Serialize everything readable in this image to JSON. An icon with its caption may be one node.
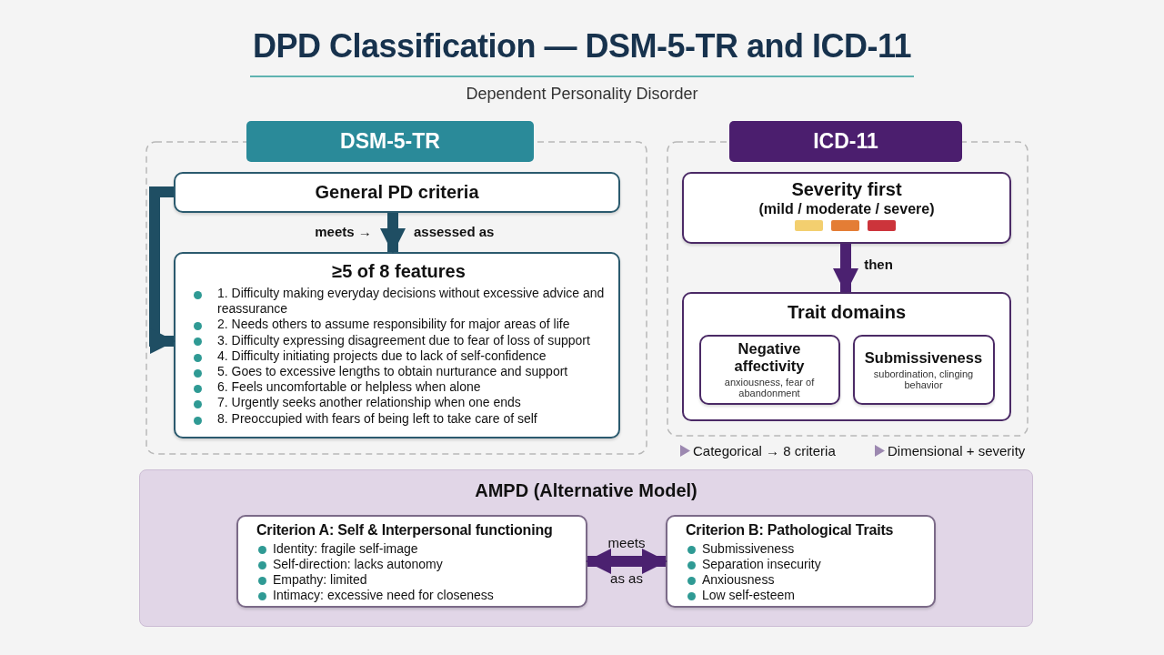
{
  "diagram": {
    "title": "DPD Classification — DSM-5-TR and ICD-11",
    "nodes": [
      {
        "text": [
          "DSM-5-TR"
        ]
      },
      {
        "text": [
          "General PD criteria"
        ],
        "in": 0
      },
      {
        "text": [
          "≥5 of 8 features",
          "1. Difficulty making everyday decisions without excessive advice and reassurance",
          "2. Needs others to assume responsibility for major areas of life",
          "3. Difficulty expressing disagreement due to fear of loss of support",
          "4. Difficulty initiating projects due to lack of self-confidence",
          "5. Goes to excessive lengths to obtain nurturance and support",
          "6. Feels uncomfortable or helpless when alone",
          "7. Urgently seeks another relationship when one ends",
          "8. Preoccupied with fears of being left to take care of self"
        ],
        "in": 0
      },
      {
        "text": [
          "ICD-11"
        ]
      },
      {
        "text": [
          "Severity first",
          "(mild / moderate / severe)"
        ],
        "in": 3
      },
      {
        "text": [
          "Trait domains"
        ],
        "in": 3
      },
      {
        "text": [
          "Negative affectivity",
          "anxiousness, fear of abandonment"
        ],
        "in": 5
      },
      {
        "text": [
          "Submissiveness",
          "subordination, clinging behavior"
        ],
        "in": 5
      },
      {
        "text": [
          "AMPD (Alternative Model)"
        ]
      },
      {
        "text": [
          "Criterion A: Self & Interpersonal functioning",
          "Identity: fragile self-image",
          "Self-direction: lacks autonomy",
          "Empathy: limited",
          "Intimacy: excessive need for closeness"
        ],
        "in": 8
      },
      {
        "text": [
          "Criterion B: Pathological Traits",
          "Submissiveness",
          "Separation insecurity",
          "Anxiousness",
          "Low self-esteem"
        ],
        "in": 8
      }
    ],
    "edges": [
      {
        "from": 1,
        "to": 2,
        "arrow": "to",
        "label": "meets →",
        "color": "#1f4e63"
      },
      {
        "from": 1,
        "to": 2,
        "arrow": "to",
        "color": "#1f4e63"
      },
      {
        "from": 4,
        "to": 5,
        "arrow": "to",
        "label": "then",
        "color": "#4b2170"
      },
      {
        "from": 9,
        "to": 10,
        "arrow": "both",
        "label": "meets",
        "color": "#4b2170"
      }
    ],
    "labels": [
      "Dependent Personality Disorder",
      "assessed as",
      "Categorical → 8 criteria",
      "Dimensional + severity",
      "as as"
    ]
  }
}
